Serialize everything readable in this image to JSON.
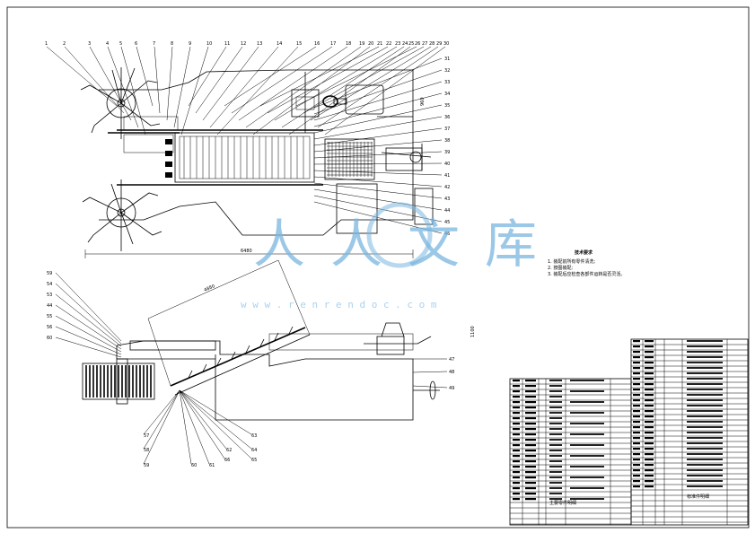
{
  "drawing": {
    "top_balloons": [
      "1",
      "2",
      "3",
      "4",
      "5",
      "6",
      "7",
      "8",
      "9",
      "10",
      "11",
      "12",
      "13",
      "14",
      "15",
      "16",
      "17",
      "18",
      "19",
      "20",
      "21",
      "22",
      "23",
      "24",
      "25",
      "26",
      "27",
      "28",
      "29",
      "30"
    ],
    "right_balloons": [
      "31",
      "32",
      "33",
      "34",
      "35",
      "36",
      "37",
      "38",
      "39",
      "40",
      "41",
      "42",
      "43",
      "44",
      "45",
      "46"
    ],
    "lower_left_balloons": [
      "59",
      "54",
      "53",
      "44",
      "55",
      "56",
      "60"
    ],
    "lower_right_balloons": [
      "57",
      "58",
      "59",
      "60",
      "61",
      "62",
      "63",
      "64",
      "65",
      "66"
    ],
    "side_balloons": [
      "47",
      "48",
      "49"
    ],
    "plan_dimension": "6480",
    "incline_dimension": "4880",
    "side_height_dimension": "1100",
    "right_height_dimension": "960"
  },
  "notes": {
    "title": "技术要求",
    "items": [
      "1. 装配前所有零件清洗;",
      "2. 按图装配;",
      "3. 装配后应检查各部件运转是否灵活。"
    ]
  },
  "title_block": {
    "left_table_caption": "主要零件明细",
    "right_table_caption": "标准件明细"
  },
  "watermark": {
    "text": "人人文库",
    "url": "w w w . r e n r e n d o c . c o m",
    "color": "#7ab6e0"
  }
}
